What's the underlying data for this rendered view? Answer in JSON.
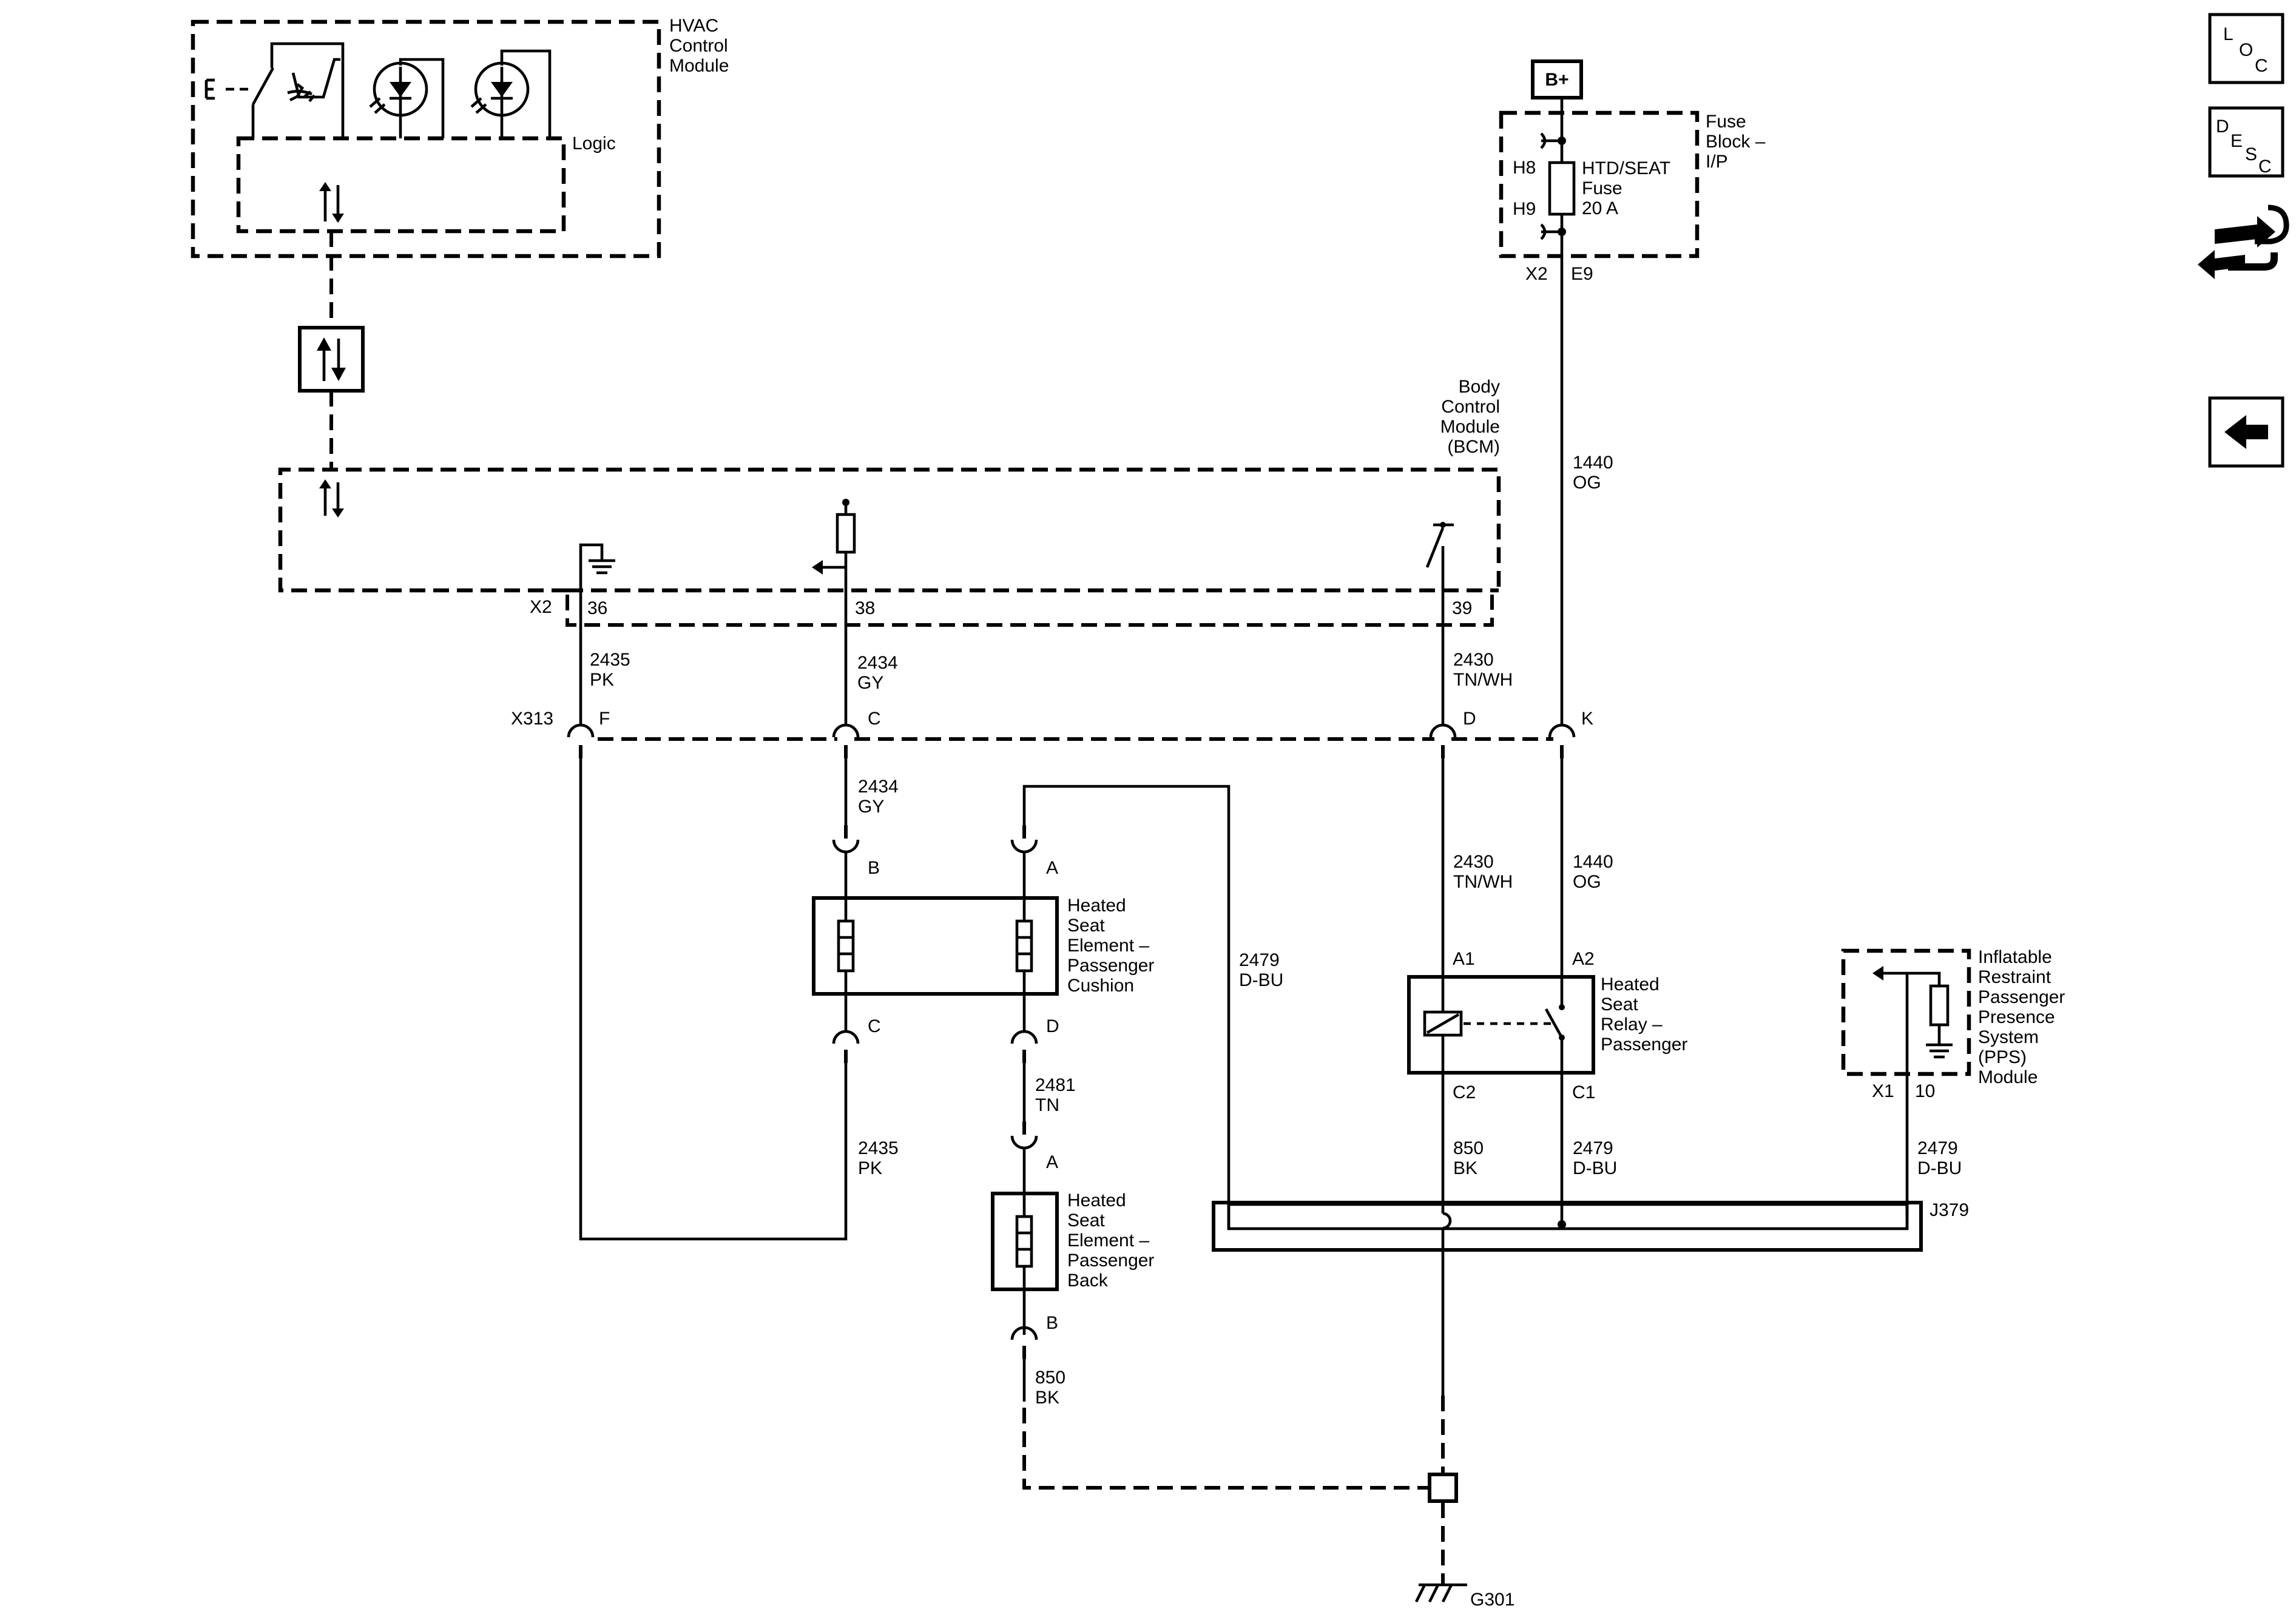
{
  "modules": {
    "hvac": {
      "line1": "HVAC",
      "line2": "Control",
      "line3": "Module",
      "logic": "Logic"
    },
    "bcm": {
      "line1": "Body",
      "line2": "Control",
      "line3": "Module",
      "line4": "(BCM)",
      "connector": "X2"
    },
    "fuse_block": {
      "line1": "Fuse",
      "line2": "Block –",
      "line3": "I/P",
      "cavity_top": "H8",
      "cavity_bottom": "H9",
      "fuse_name": "HTD/SEAT",
      "fuse_word": "Fuse",
      "fuse_rating": "20 A",
      "connector": "X2",
      "pin": "E9"
    },
    "battery": {
      "label": "B+"
    },
    "pps": {
      "line1": "Inflatable",
      "line2": "Restraint",
      "line3": "Passenger",
      "line4": "Presence",
      "line5": "System",
      "line6": "(PPS)",
      "line7": "Module",
      "connector": "X1",
      "pin": "10"
    }
  },
  "bcm_pins": [
    "36",
    "38",
    "39"
  ],
  "inline_connector": {
    "name": "X313",
    "pins": [
      "F",
      "C",
      "D",
      "K"
    ]
  },
  "wires": {
    "w2435_top": {
      "circuit": "2435",
      "color": "PK"
    },
    "w2434_top": {
      "circuit": "2434",
      "color": "GY"
    },
    "w2430_top": {
      "circuit": "2430",
      "color": "TN/WH"
    },
    "w1440_top": {
      "circuit": "1440",
      "color": "OG"
    },
    "w2434_mid": {
      "circuit": "2434",
      "color": "GY"
    },
    "w2430_mid": {
      "circuit": "2430",
      "color": "TN/WH"
    },
    "w1440_mid": {
      "circuit": "1440",
      "color": "OG"
    },
    "w2479_left": {
      "circuit": "2479",
      "color": "D-BU"
    },
    "w2481": {
      "circuit": "2481",
      "color": "TN"
    },
    "w2435_low": {
      "circuit": "2435",
      "color": "PK"
    },
    "w850_relay": {
      "circuit": "850",
      "color": "BK"
    },
    "w2479_relay": {
      "circuit": "2479",
      "color": "D-BU"
    },
    "w2479_pps": {
      "circuit": "2479",
      "color": "D-BU"
    },
    "w850_back": {
      "circuit": "850",
      "color": "BK"
    }
  },
  "cushion": {
    "line1": "Heated",
    "line2": "Seat",
    "line3": "Element –",
    "line4": "Passenger",
    "line5": "Cushion",
    "pin_b": "B",
    "pin_a": "A",
    "pin_c": "C",
    "pin_d": "D"
  },
  "back": {
    "line1": "Heated",
    "line2": "Seat",
    "line3": "Element –",
    "line4": "Passenger",
    "line5": "Back",
    "pin_a": "A",
    "pin_b": "B"
  },
  "relay": {
    "line1": "Heated",
    "line2": "Seat",
    "line3": "Relay –",
    "line4": "Passenger",
    "pin_a1": "A1",
    "pin_a2": "A2",
    "pin_c2": "C2",
    "pin_c1": "C1"
  },
  "splice": {
    "label": "J379"
  },
  "ground": {
    "label": "G301"
  },
  "nav": {
    "loc": {
      "l1": "L",
      "l2": "O",
      "l3": "C"
    },
    "desc": {
      "l1": "D",
      "l2": "E",
      "l3": "S",
      "l4": "C"
    },
    "icons": [
      "connector-end-view-icon",
      "back-arrow-icon"
    ]
  }
}
